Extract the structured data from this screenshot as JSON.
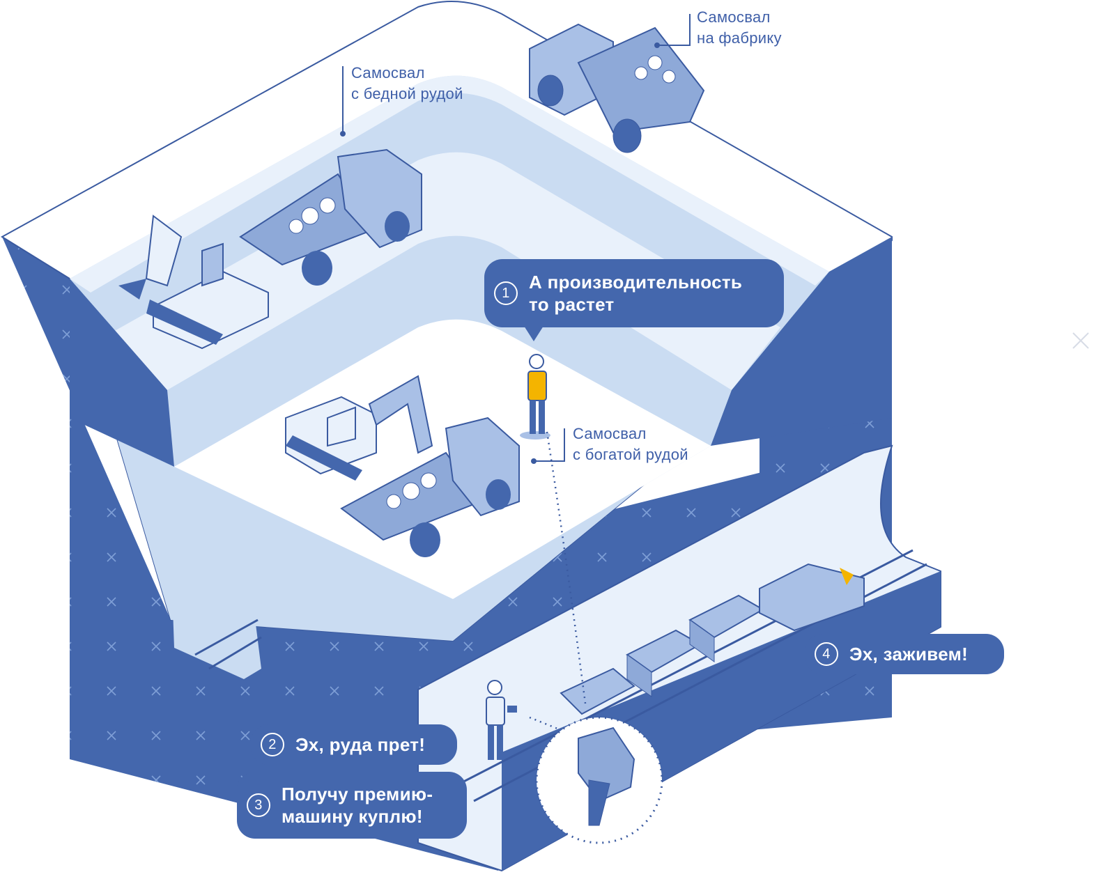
{
  "labels": {
    "factory_truck": [
      "Самосвал",
      "на фабрику"
    ],
    "poor_ore_truck": [
      "Самосвал",
      "с бедной рудой"
    ],
    "rich_ore_truck": [
      "Самосвал",
      "с богатой рудой"
    ]
  },
  "bubbles": {
    "b1": {
      "num": "1",
      "lines": [
        "А производительность",
        "то растет"
      ]
    },
    "b2": {
      "num": "2",
      "lines": [
        "Эх, руда прет!"
      ]
    },
    "b3": {
      "num": "3",
      "lines": [
        "Получу премию-",
        "машину куплю!"
      ]
    },
    "b4": {
      "num": "4",
      "lines": [
        "Эх, заживем!"
      ]
    }
  },
  "colors": {
    "dark_blue": "#4467ad",
    "light_blue": "#cadcf2",
    "pale": "#e9f1fb",
    "outline": "#3a5aa0",
    "accent": "#f4b400"
  },
  "icons": [
    "excavator-icon",
    "dump-truck-icon",
    "worker-icon",
    "xrf-analyzer-icon",
    "ore-cart-icon",
    "locomotive-icon"
  ]
}
